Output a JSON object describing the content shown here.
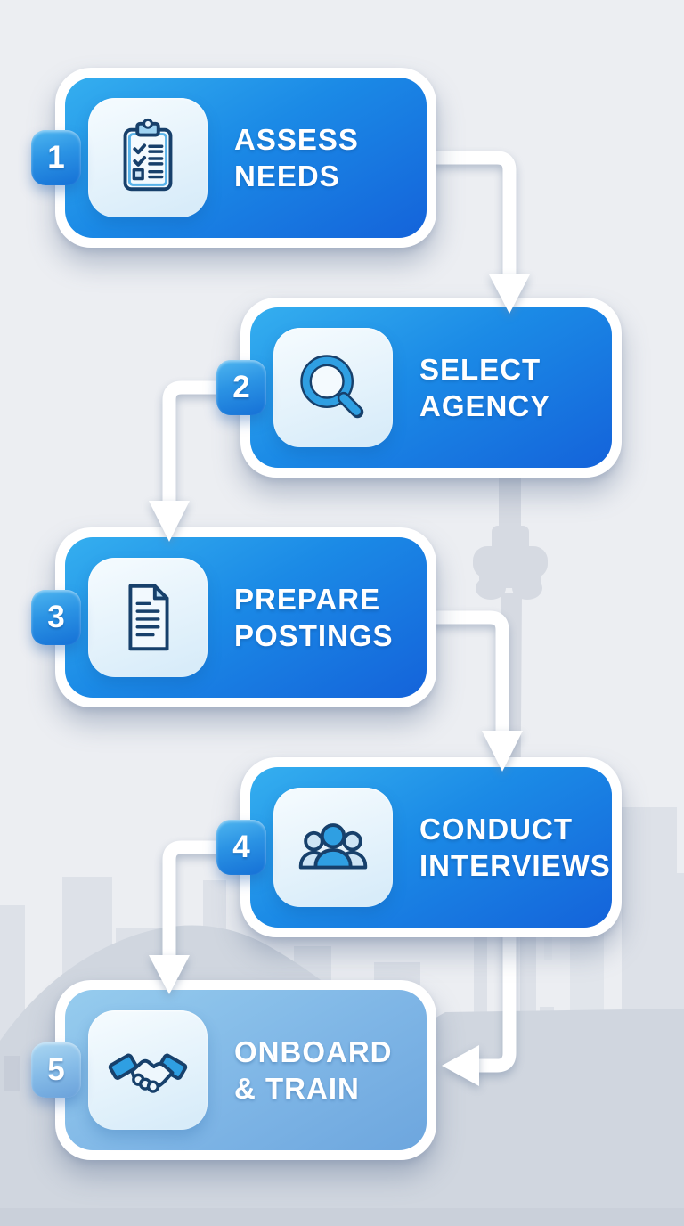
{
  "figure": {
    "type": "process-flowchart",
    "step_count": "5",
    "background_motif": "toronto-city-skyline-silhouette"
  },
  "steps": [
    {
      "number": "1",
      "line1": "ASSESS",
      "line2": "NEEDS",
      "icon": "clipboard-checklist-icon",
      "side": "left"
    },
    {
      "number": "2",
      "line1": "SELECT",
      "line2": "AGENCY",
      "icon": "magnifier-icon",
      "side": "right"
    },
    {
      "number": "3",
      "line1": "PREPARE",
      "line2": "POSTINGS",
      "icon": "document-icon",
      "side": "left"
    },
    {
      "number": "4",
      "line1": "CONDUCT",
      "line2": "INTERVIEWS",
      "icon": "people-group-icon",
      "side": "right"
    },
    {
      "number": "5",
      "line1": "ONBOARD",
      "line2": "& TRAIN",
      "icon": "handshake-icon",
      "side": "left"
    }
  ],
  "colors": {
    "background": "#ECEEF2",
    "card_gradient_top": "#35AFEF",
    "card_gradient_bottom": "#1463DA",
    "card5_gradient_top": "#96CCEE",
    "card5_gradient_bottom": "#6DA6DE",
    "card_border": "#FFFFFF",
    "icon_tile": "#E4F2FC",
    "icon_accent_blue": "#2F9FE2",
    "icon_outline_navy": "#17406B",
    "connector": "#FFFFFF",
    "skyline_silhouette": "#D5DAE2",
    "foreground_mass": "#D0D6DF",
    "text": "#FFFFFF"
  }
}
